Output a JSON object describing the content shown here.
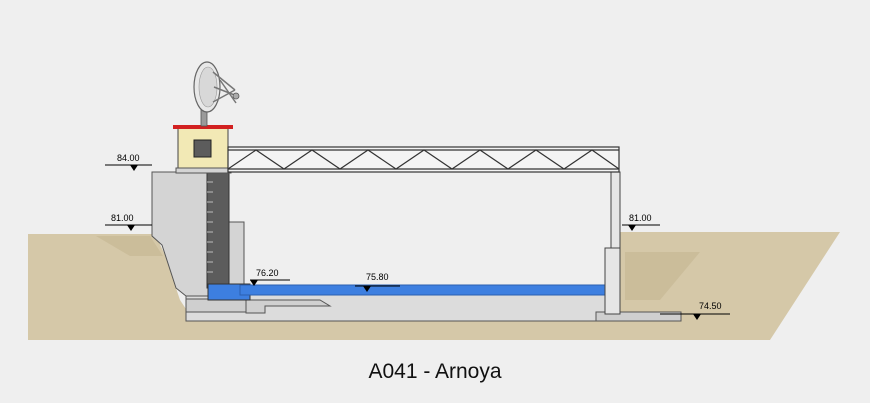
{
  "caption": "A041 - Arnoya",
  "levels": {
    "crest": "84.00",
    "bank_left": "81.00",
    "bank_right": "81.00",
    "intake": "76.20",
    "water": "75.80",
    "bed_right": "74.50"
  },
  "colors": {
    "background": "#efefef",
    "ground": "#d5c8a8",
    "concrete": "#d8d8d8",
    "water": "#3d7fe0",
    "structure_line": "#333333",
    "roof_accent": "#d22020"
  }
}
